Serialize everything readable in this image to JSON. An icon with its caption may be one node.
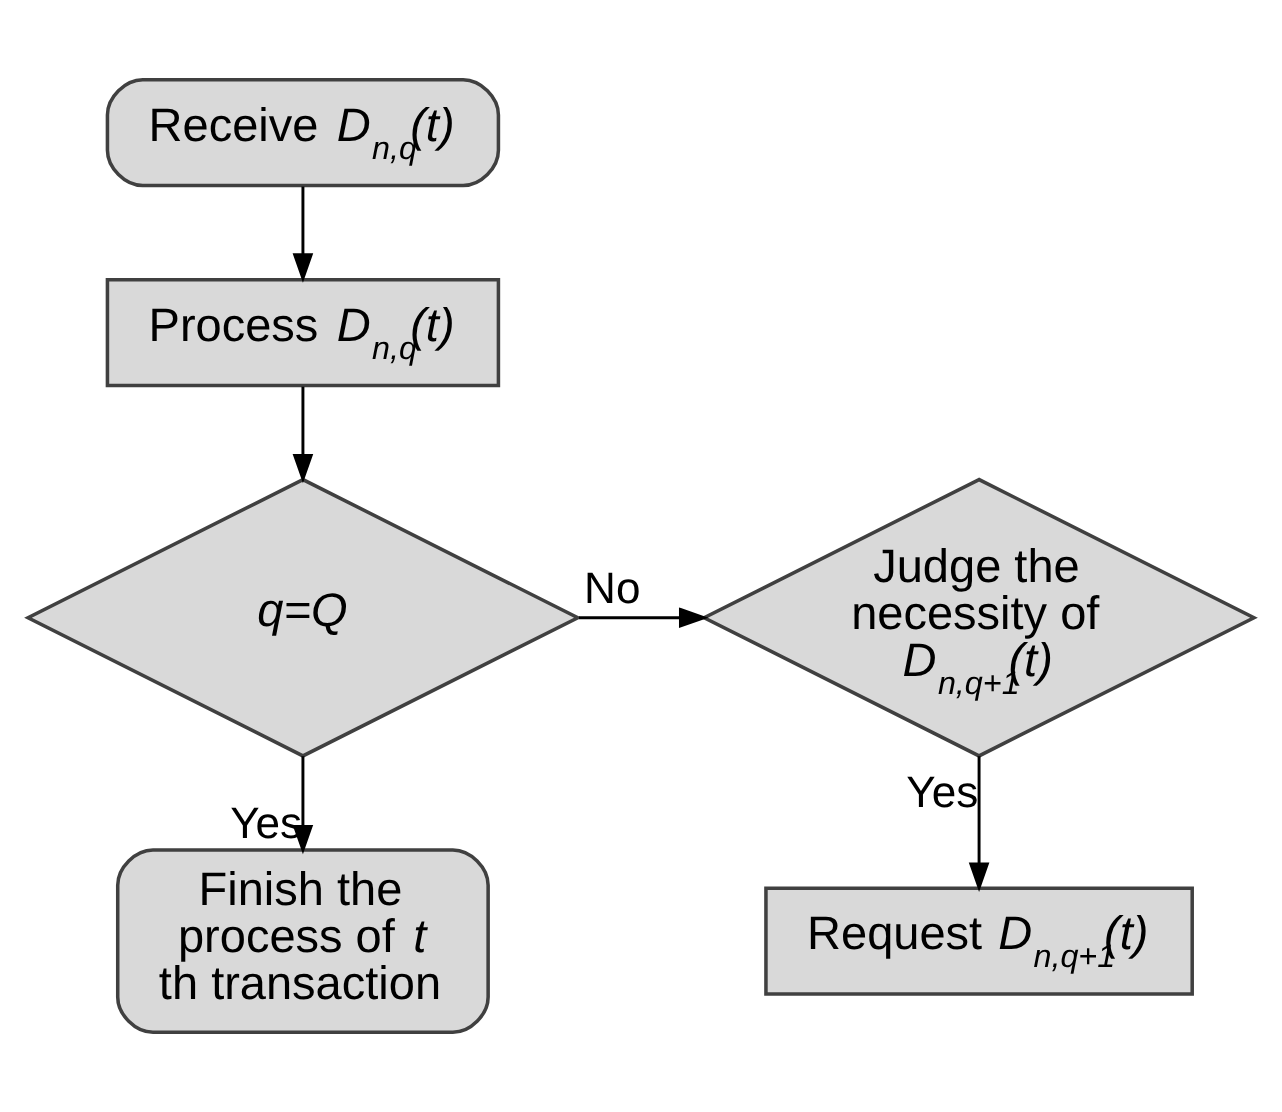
{
  "diagram": {
    "nodes": [
      {
        "text": [
          "Receive *D*$_{n,q}$*(t)*"
        ]
      },
      {
        "text": [
          "Process *D*$_{n,q}$*(t)*"
        ]
      },
      {
        "text": [
          "q=Q"
        ]
      },
      {
        "text": [
          "Judge the necessity of *D*$_{n,q+1}$*(t)*"
        ]
      },
      {
        "text": [
          "Finish the process of *t* th transaction"
        ]
      },
      {
        "text": [
          "Request *D*$_{n,q+1}$*(t)*"
        ]
      }
    ],
    "edges": [
      {
        "from": 0,
        "to": 1,
        "arrow": "to"
      },
      {
        "from": 1,
        "to": 2,
        "arrow": "to"
      },
      {
        "from": 2,
        "to": 3,
        "arrow": "to",
        "label": "No"
      },
      {
        "from": 2,
        "to": 4,
        "arrow": "to",
        "label": "Yes"
      },
      {
        "from": 3,
        "to": 5,
        "arrow": "to",
        "label": "Yes"
      }
    ]
  }
}
